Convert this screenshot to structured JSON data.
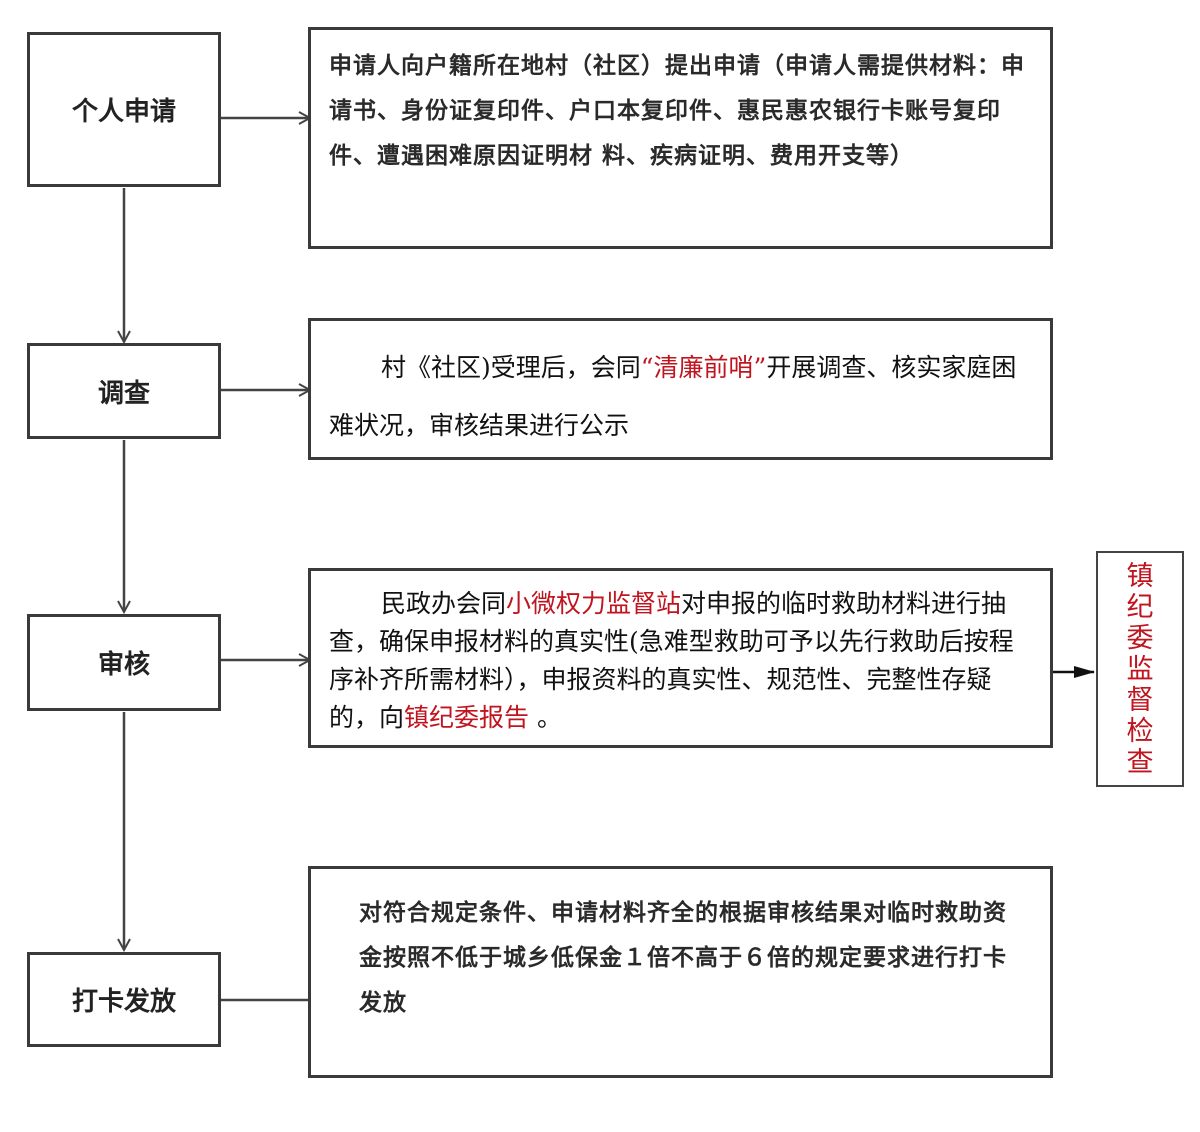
{
  "steps": [
    {
      "label": "个人申请"
    },
    {
      "label": "调查"
    },
    {
      "label": "审核"
    },
    {
      "label": "打卡发放"
    }
  ],
  "descriptions": {
    "apply": "申请人向户籍所在地村（社区）提出申请（申请人需提供材料：申请书、身份证复印件、户口本复印件、惠民惠农银行卡账号复印件、遭遇困难原因证明材 料、疾病证明、费用开支等）",
    "investigate": {
      "before": "村《社区)受理后，会同",
      "highlight": "“清廉前哨”",
      "after": "开展调查、核实家庭困难状况，审核结果进行公示"
    },
    "review": {
      "part1": "民政办会同",
      "highlight1": "小微权力监督站",
      "part2": "对申报的临时救助材料进行抽查，确保申报材料的真实性(急难型救助可予以先行救助后按程序补齐所需材料），申报资料的真实性、规范性、完整性存疑的，向",
      "highlight2": "镇纪委报告",
      "part3": " 。"
    },
    "payout": "对符合规定条件、申请材料齐全的根据审核结果对临时救助资金按照不低于城乡低保金１倍不高于６倍的规定要求进行打卡发放"
  },
  "side_box": {
    "chars": [
      "镇",
      "纪",
      "委",
      "监",
      "督",
      "检",
      "查"
    ]
  },
  "colors": {
    "highlight": "#c0141e",
    "border": "#3a3a3a",
    "line": "#444444"
  }
}
